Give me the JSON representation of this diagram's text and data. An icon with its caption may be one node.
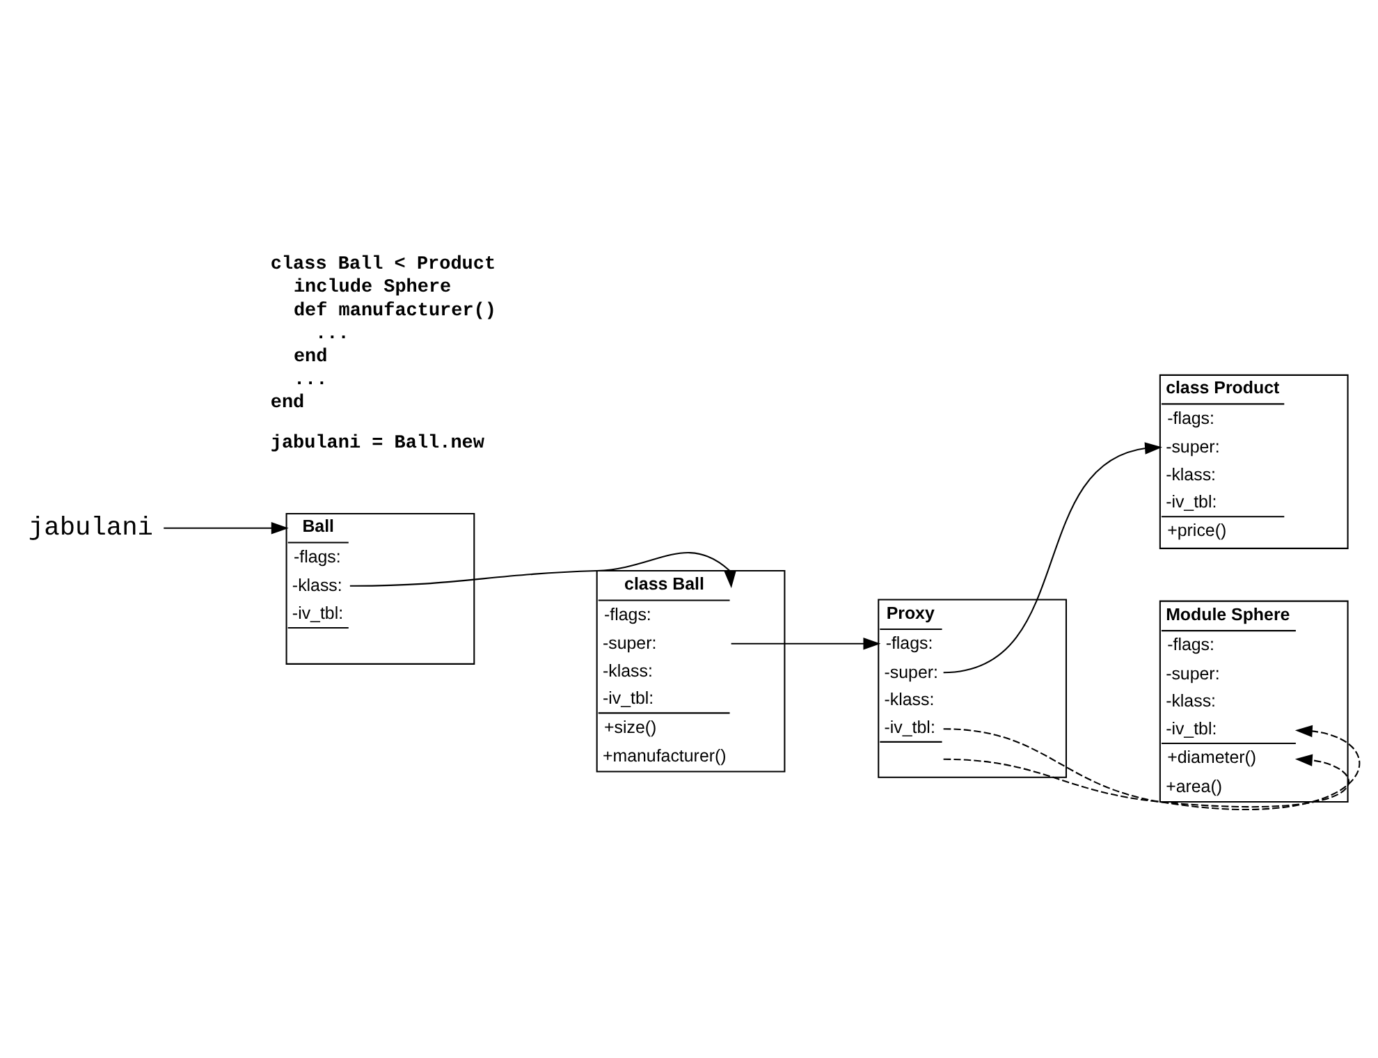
{
  "diagram": {
    "nodes": [
      {
        "text": [
          "jabulani"
        ]
      },
      {
        "text": [
          "Ball",
          "-flags:",
          "-klass:",
          "-iv_tbl:"
        ]
      },
      {
        "text": [
          "class Ball",
          "-flags:",
          "-super:",
          "-klass:",
          "-iv_tbl:",
          "+size()",
          "+manufacturer()"
        ]
      },
      {
        "text": [
          "Proxy",
          "-flags:",
          "-super:",
          "-klass:",
          "-iv_tbl:"
        ]
      },
      {
        "text": [
          "class Product",
          "-flags:",
          "-super:",
          "-klass:",
          "-iv_tbl:",
          "+price()"
        ]
      },
      {
        "text": [
          "Module Sphere",
          "-flags:",
          "-super:",
          "-klass:",
          "-iv_tbl:",
          "+diameter()",
          "+area()"
        ]
      }
    ],
    "edges": [
      {
        "from": 0,
        "to": 1,
        "arrow": "to"
      },
      {
        "from": 1,
        "to": 2,
        "arrow": "to"
      },
      {
        "from": 2,
        "to": 3,
        "arrow": "to"
      },
      {
        "from": 3,
        "to": 4,
        "arrow": "to"
      },
      {
        "from": 3,
        "to": 5,
        "arrow": "to",
        "style": "dashed"
      },
      {
        "from": 3,
        "to": 5,
        "arrow": "to",
        "style": "dashed"
      }
    ],
    "labels": [
      "class Ball < Product",
      "include Sphere",
      "def manufacturer()",
      "...",
      "end",
      "...",
      "end",
      "jabulani = Ball.new"
    ]
  }
}
